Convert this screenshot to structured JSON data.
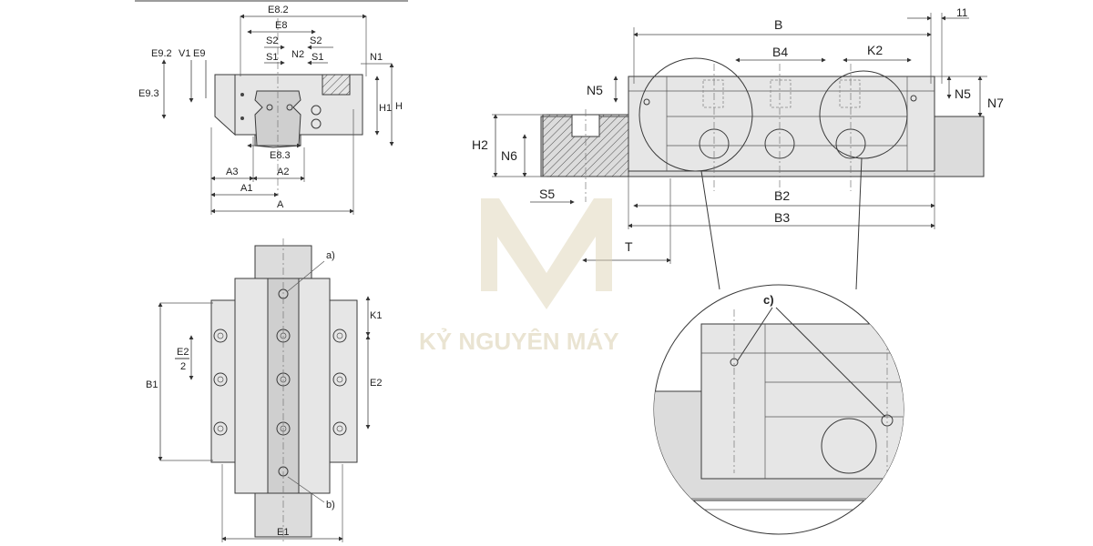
{
  "watermark": {
    "text": "KỶ NGUYÊN MÁY"
  },
  "front_view": {
    "labels": {
      "E82": "E8.2",
      "E8": "E8",
      "S2a": "S2",
      "S2b": "S2",
      "S1a": "S1",
      "S1b": "S1",
      "N2": "N2",
      "N1": "N1",
      "E92": "E9.2",
      "V1": "V1",
      "E9": "E9",
      "E93": "E9.3",
      "H1": "H1",
      "H": "H",
      "E83": "E8.3",
      "A3": "A3",
      "A2": "A2",
      "A1": "A1",
      "A": "A"
    }
  },
  "top_view": {
    "labels": {
      "a": "a)",
      "b": "b)",
      "K1": "K1",
      "E2half_num": "E2",
      "E2half_den": "2",
      "B1": "B1",
      "E2": "E2",
      "E1": "E1"
    }
  },
  "side_view": {
    "labels": {
      "B": "B",
      "eleven": "11",
      "B4": "B4",
      "K2": "K2",
      "N5a": "N5",
      "N5b": "N5",
      "N7": "N7",
      "H2": "H2",
      "N6": "N6",
      "S5": "S5",
      "B2": "B2",
      "B3": "B3",
      "T": "T"
    }
  },
  "detail_view": {
    "labels": {
      "c": "c)"
    }
  }
}
